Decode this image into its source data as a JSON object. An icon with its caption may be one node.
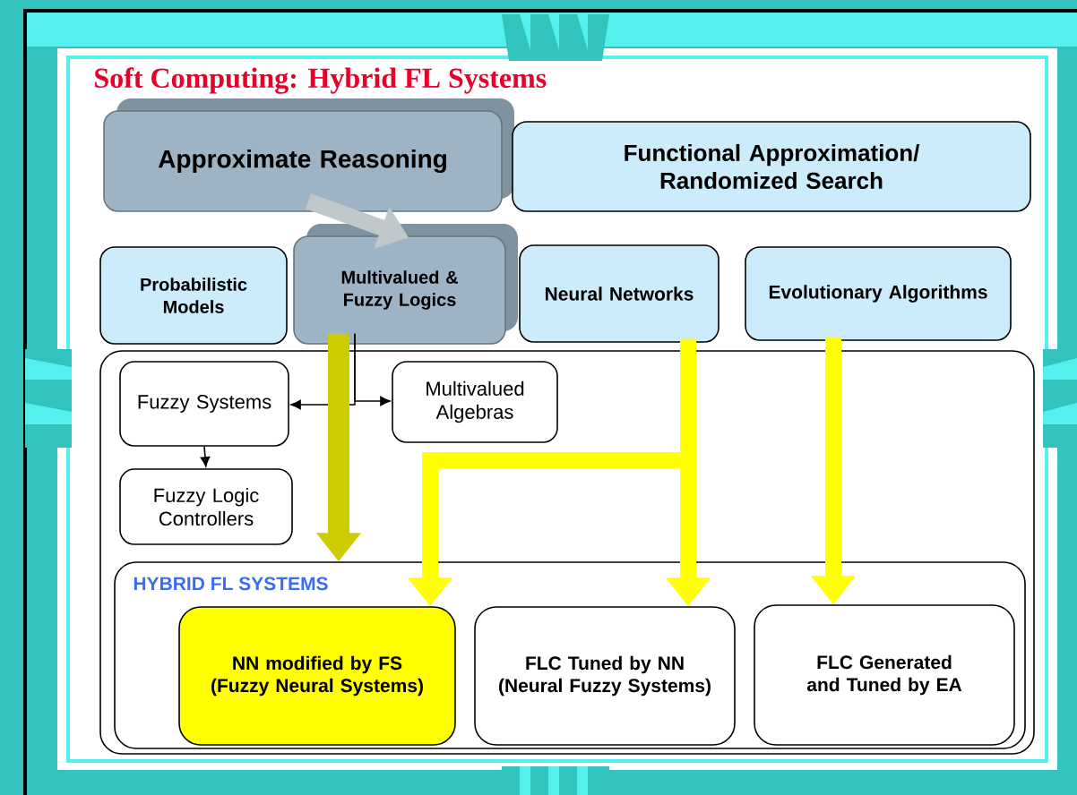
{
  "diagram": {
    "title": "Soft Computing: Hybrid FL Systems",
    "nodes": [
      {
        "text": [
          "Approximate Reasoning"
        ]
      },
      {
        "text": [
          "Functional Approximation/ Randomized Search"
        ]
      },
      {
        "text": [
          "Probabilistic Models"
        ]
      },
      {
        "text": [
          "Multivalued & Fuzzy Logics"
        ]
      },
      {
        "text": [
          "Neural Networks"
        ]
      },
      {
        "text": [
          "Evolutionary Algorithms"
        ]
      },
      {
        "text": [],
        "shape": "box"
      },
      {
        "text": [
          "Fuzzy Systems"
        ],
        "in": 6
      },
      {
        "text": [
          "Multivalued Algebras"
        ],
        "in": 6
      },
      {
        "text": [
          "Fuzzy Logic Controllers"
        ],
        "in": 6
      },
      {
        "text": [
          "HYBRID FL SYSTEMS"
        ],
        "in": 6
      },
      {
        "text": [
          "NN modified by FS (Fuzzy Neural Systems)"
        ],
        "in": 10
      },
      {
        "text": [
          "FLC Tuned by NN (Neural Fuzzy Systems)"
        ],
        "in": 10
      },
      {
        "text": [
          "FLC Generated and Tuned by EA"
        ],
        "in": 10
      }
    ],
    "edges": [
      {
        "from": 0,
        "to": 3,
        "arrow": "to",
        "color": "#c0c8cc"
      },
      {
        "from": 3,
        "to": 10,
        "arrow": "to",
        "color": "#cccc00"
      },
      {
        "from": 3,
        "to": 7,
        "arrow": "to",
        "color": "#000000"
      },
      {
        "from": 3,
        "to": 8,
        "arrow": "to",
        "color": "#000000"
      },
      {
        "from": 7,
        "to": 9,
        "arrow": "to",
        "color": "#000000"
      },
      {
        "from": 4,
        "to": 11,
        "arrow": "to",
        "color": "#ffff00"
      },
      {
        "from": 4,
        "to": 12,
        "arrow": "to",
        "color": "#ffff00"
      },
      {
        "from": 5,
        "to": 13,
        "arrow": "to",
        "color": "#ffff00"
      }
    ]
  }
}
